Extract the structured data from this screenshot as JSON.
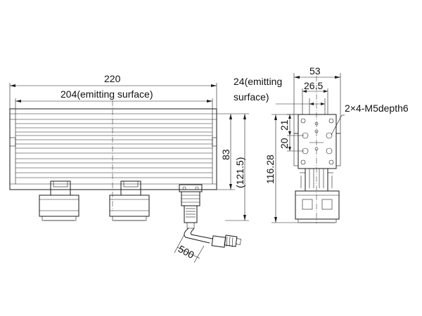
{
  "dimensions": {
    "overall_length": "220",
    "emitting_length": "204(emitting surface)",
    "height_83": "83",
    "height_total": "(121.5)",
    "cable_length": "500",
    "width_53": "53",
    "emitting_width_line1": "24(emitting",
    "emitting_width_line2": "surface)",
    "width_26_5": "26.5",
    "hole_spec": "2×4-M5depth6",
    "hole_21": "21",
    "hole_20": "20",
    "side_height": "116.28"
  }
}
